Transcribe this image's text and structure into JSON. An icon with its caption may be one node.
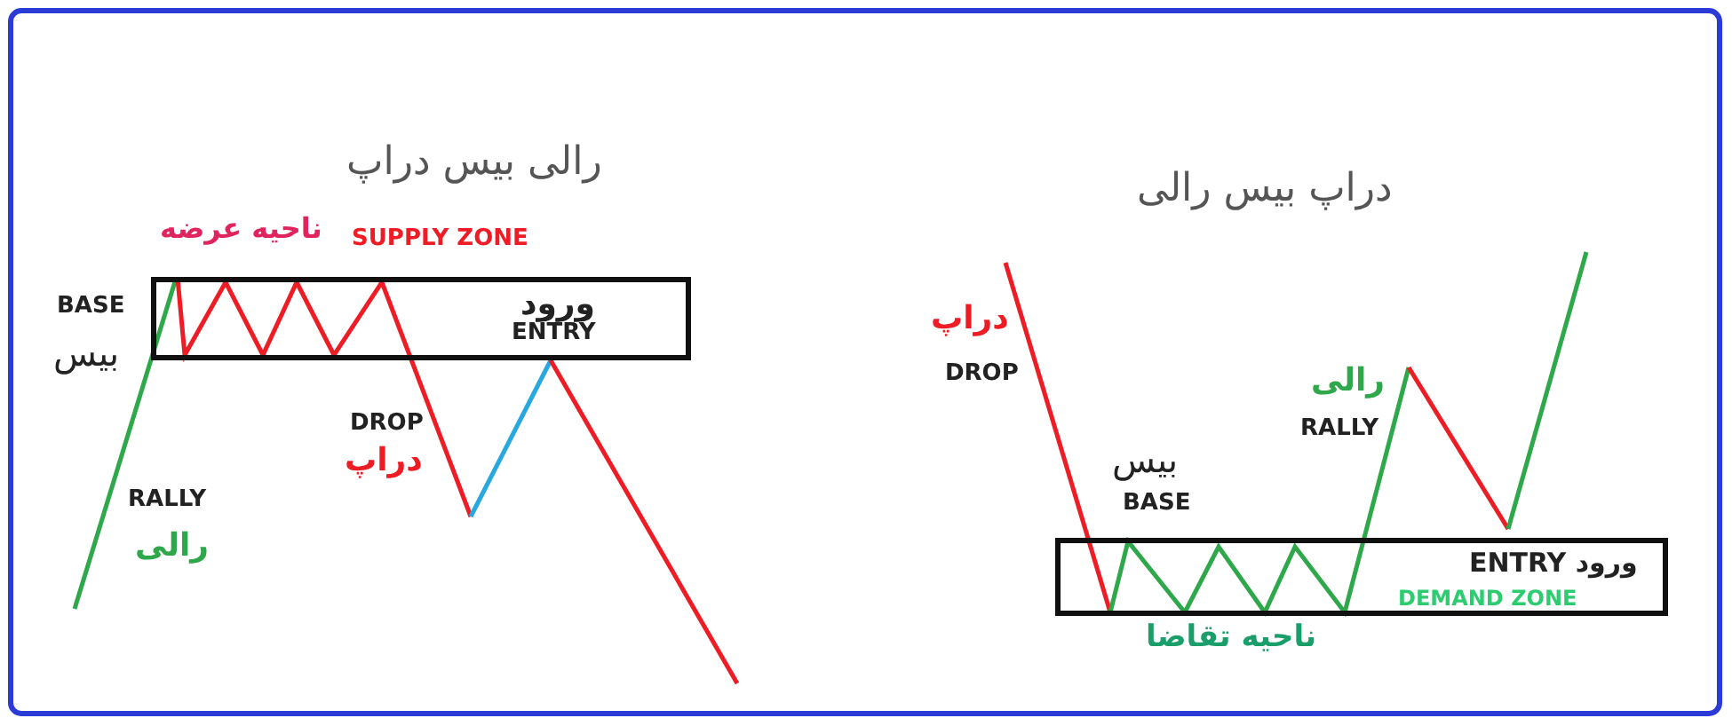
{
  "diagram": {
    "nodes": [
      {
        "text": [
          "ورود",
          "ENTRY"
        ]
      },
      {
        "text": [
          "ENTRY ورود",
          "DEMAND ZONE"
        ]
      }
    ],
    "labels": [
      "رالی بیس دراپ",
      "ناحیه عرضه",
      "SUPPLY ZONE",
      "BASE",
      "بیس",
      "DROP",
      "دراپ",
      "RALLY",
      "رالی",
      "دراپ بیس رالی",
      "دراپ",
      "DROP",
      "رالی",
      "RALLY",
      "بیس",
      "BASE",
      "ناحیه تقاضا"
    ]
  }
}
